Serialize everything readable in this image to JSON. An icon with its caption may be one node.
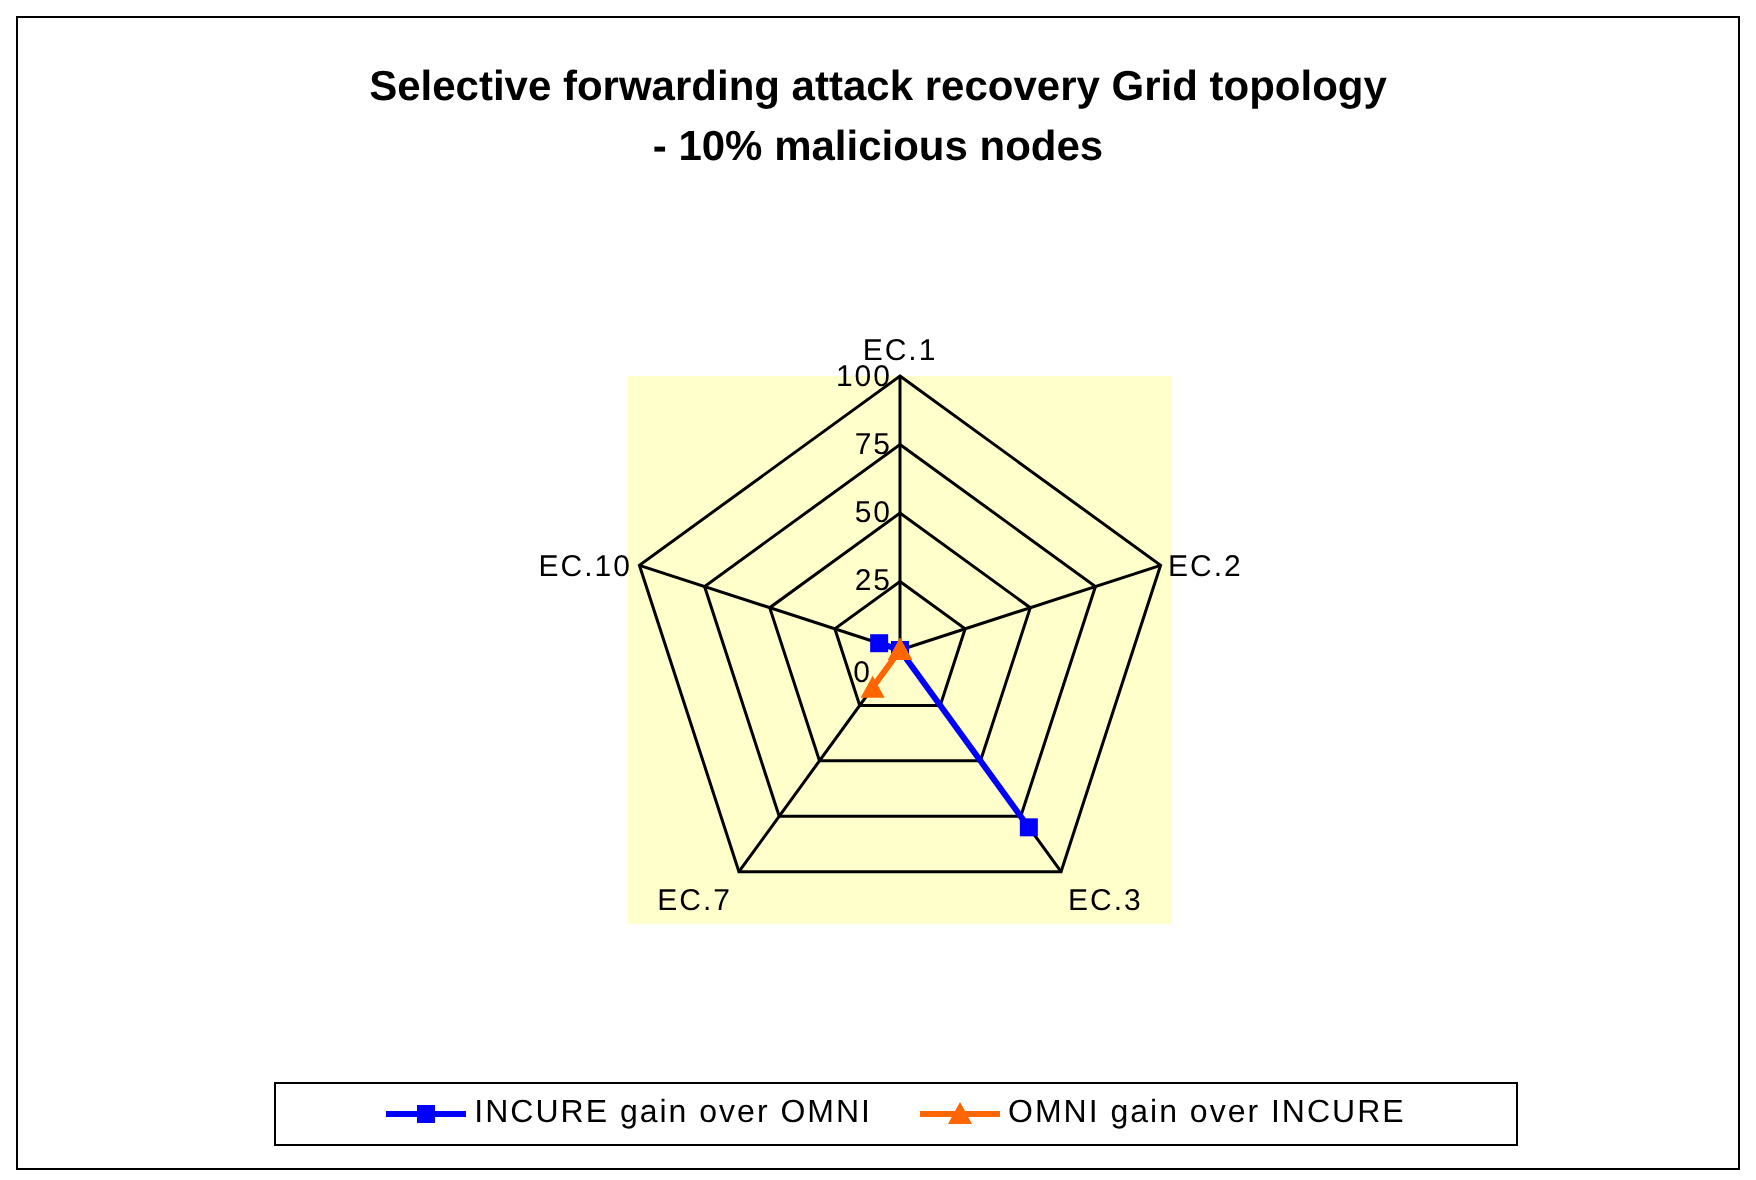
{
  "diagram": {
    "title": "Selective forwarding attack recovery Grid topology - 10% malicious nodes",
    "labels": [
      "EC.1",
      "100",
      "75",
      "50",
      "EC.10",
      "EC.2",
      "25",
      "0",
      "EC.7",
      "EC.3"
    ],
    "legend": [
      {
        "text": "INCURE gain over OMNI"
      },
      {
        "text": "OMNI gain over INCURE"
      }
    ]
  }
}
